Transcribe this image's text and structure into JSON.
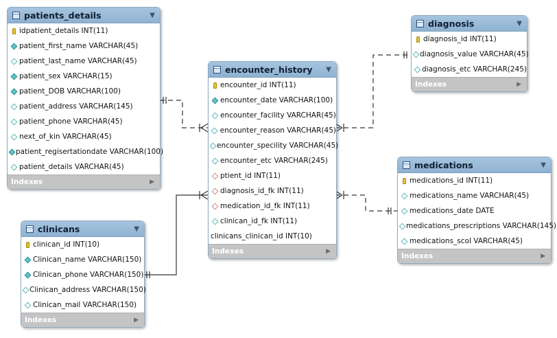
{
  "tables": {
    "patients_details": {
      "title": "patients_details",
      "indexes": "Indexes",
      "columns": [
        {
          "kind": "pk",
          "text": "idpatient_details INT(11)"
        },
        {
          "kind": "nn",
          "text": "patient_first_name VARCHAR(45)"
        },
        {
          "kind": "nl",
          "text": "patient_last_name VARCHAR(45)"
        },
        {
          "kind": "nn",
          "text": "patient_sex VARCHAR(15)"
        },
        {
          "kind": "nn",
          "text": "patient_DOB VARCHAR(100)"
        },
        {
          "kind": "nl",
          "text": "patient_address VARCHAR(145)"
        },
        {
          "kind": "nl",
          "text": "patient_phone VARCHAR(45)"
        },
        {
          "kind": "nl",
          "text": "next_of_kin VARCHAR(45)"
        },
        {
          "kind": "nn",
          "text": "patient_regisertationdate VARCHAR(100)"
        },
        {
          "kind": "nl",
          "text": "patient_details VARCHAR(45)"
        }
      ]
    },
    "encounter_history": {
      "title": "encounter_history",
      "indexes": "Indexes",
      "columns": [
        {
          "kind": "pk",
          "text": "encounter_id INT(11)"
        },
        {
          "kind": "nn",
          "text": "encounter_date VARCHAR(100)"
        },
        {
          "kind": "nl",
          "text": "encounter_facility VARCHAR(45)"
        },
        {
          "kind": "nl",
          "text": "encounter_reason VARCHAR(45)"
        },
        {
          "kind": "nl",
          "text": "encounter_specility VARCHAR(45)"
        },
        {
          "kind": "nl",
          "text": "encounter_etc VARCHAR(245)"
        },
        {
          "kind": "fk",
          "text": "ptient_id INT(11)"
        },
        {
          "kind": "fk",
          "text": "diagnosis_id_fk INT(11)"
        },
        {
          "kind": "fk",
          "text": "medication_id_fk INT(11)"
        },
        {
          "kind": "nl",
          "text": "clinican_id_fk INT(11)"
        },
        {
          "kind": "none",
          "text": "clinicans_clinican_id INT(10)"
        }
      ]
    },
    "diagnosis": {
      "title": "diagnosis",
      "indexes": "Indexes",
      "columns": [
        {
          "kind": "pk",
          "text": "diagnosis_id INT(11)"
        },
        {
          "kind": "nl",
          "text": "diagnosis_value VARCHAR(45)"
        },
        {
          "kind": "nl",
          "text": "diagnosis_etc VARCHAR(245)"
        }
      ]
    },
    "medications": {
      "title": "medications",
      "indexes": "Indexes",
      "columns": [
        {
          "kind": "pk",
          "text": "medications_id INT(11)"
        },
        {
          "kind": "nl",
          "text": "medications_name VARCHAR(45)"
        },
        {
          "kind": "nl",
          "text": "medications_date DATE"
        },
        {
          "kind": "nl",
          "text": "medications_prescriptions VARCHAR(145)"
        },
        {
          "kind": "nl",
          "text": "medications_scol VARCHAR(45)"
        }
      ]
    },
    "clinicans": {
      "title": "clinicans",
      "indexes": "Indexes",
      "columns": [
        {
          "kind": "pk",
          "text": "clinican_id INT(10)"
        },
        {
          "kind": "nn",
          "text": "Clinican_name VARCHAR(150)"
        },
        {
          "kind": "nn",
          "text": "Clinican_phone VARCHAR(150)"
        },
        {
          "kind": "nl",
          "text": "Clinican_address VARCHAR(150)"
        },
        {
          "kind": "nl",
          "text": "Clinican_mail VARCHAR(150)"
        }
      ]
    }
  },
  "colors": {
    "header": "#9dbcd8",
    "indexes_bar": "#c4c4c4",
    "line": "#333333"
  }
}
